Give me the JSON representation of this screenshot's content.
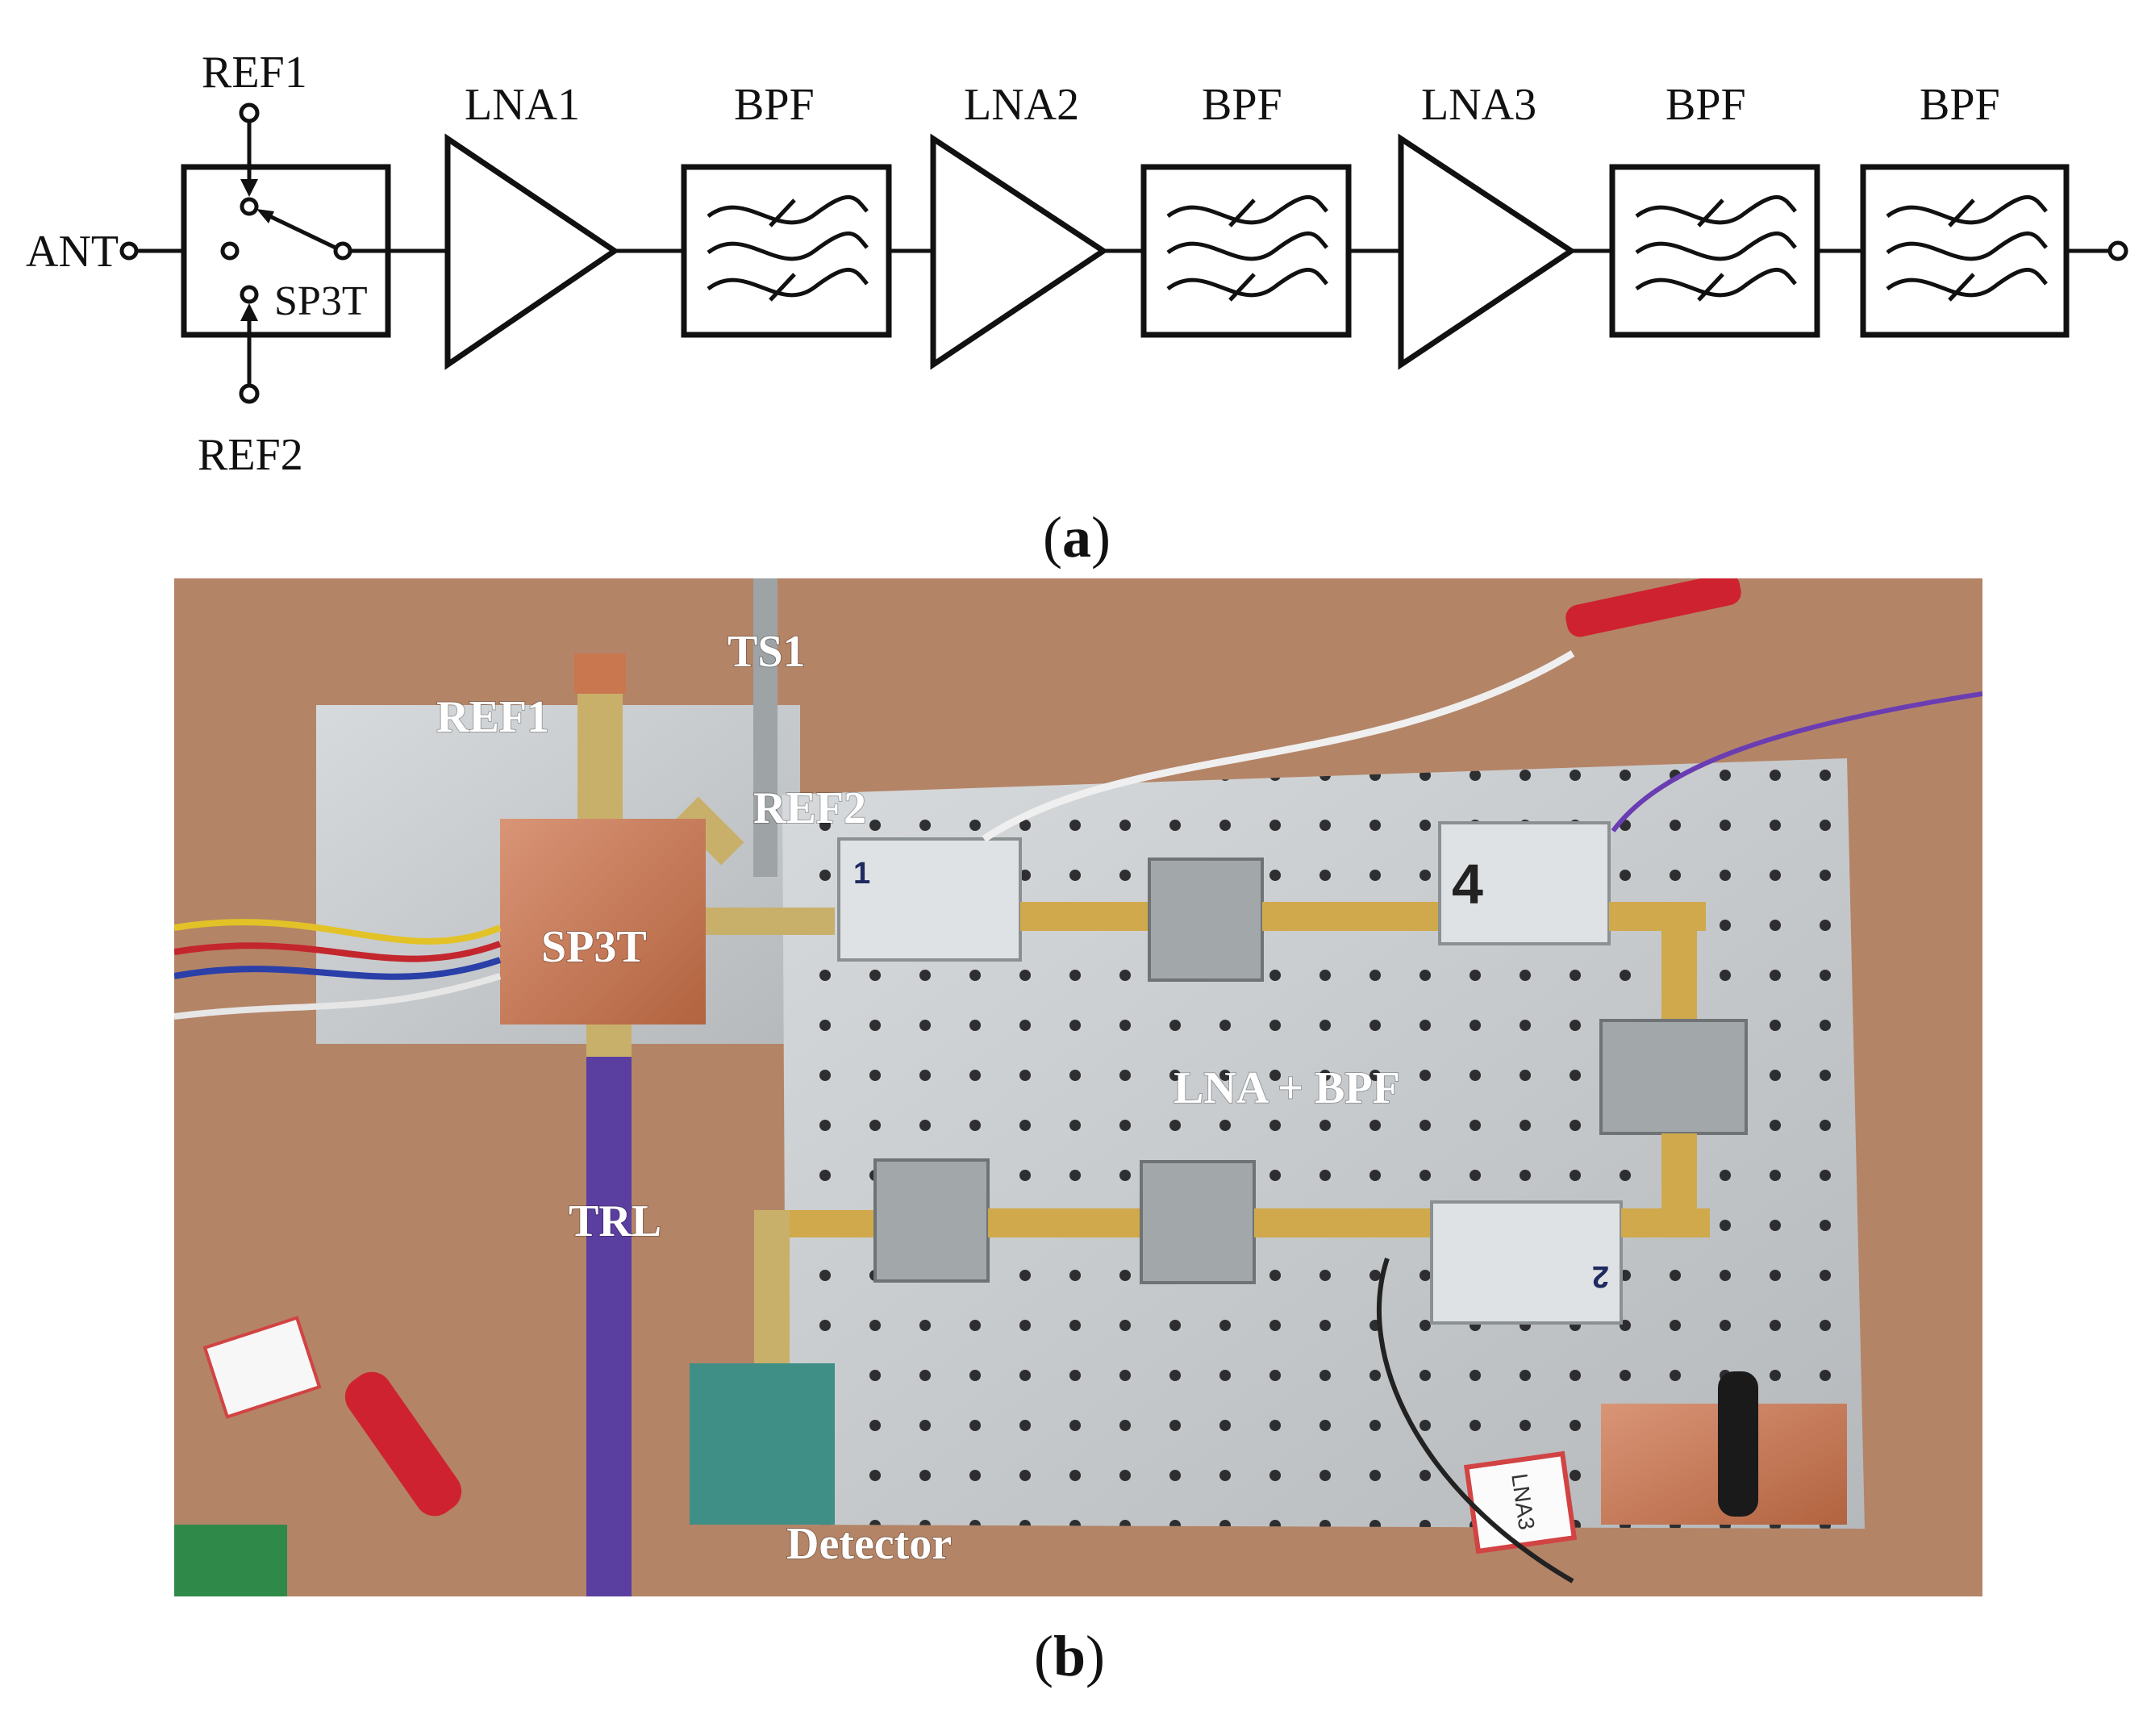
{
  "block_diagram": {
    "input_label": "ANT",
    "switch_label": "SP3T",
    "ref1_label": "REF1",
    "ref2_label": "REF2",
    "stage_labels": [
      "LNA1",
      "BPF",
      "LNA2",
      "BPF",
      "LNA3",
      "BPF",
      "BPF"
    ]
  },
  "captions": {
    "a_open": "(",
    "a_letter": "a",
    "a_close": ")",
    "b_open": "(",
    "b_letter": "b",
    "b_close": ")"
  },
  "photo": {
    "labels": {
      "ts1": "TS1",
      "ref1": "REF1",
      "ref2": "REF2",
      "sp3t": "SP3T",
      "trl": "TRL",
      "lna_bpf": "LNA + BPF",
      "detector": "Detector"
    },
    "module_numbers": [
      "1",
      "4",
      "2"
    ],
    "tag_text": "LNA3"
  },
  "colors": {
    "copper": "#c8774f",
    "aluminum": "#c9ccce",
    "wood": "#b98a6c",
    "purple_cable": "#5b3fa0",
    "label_white": "#ffffff"
  }
}
